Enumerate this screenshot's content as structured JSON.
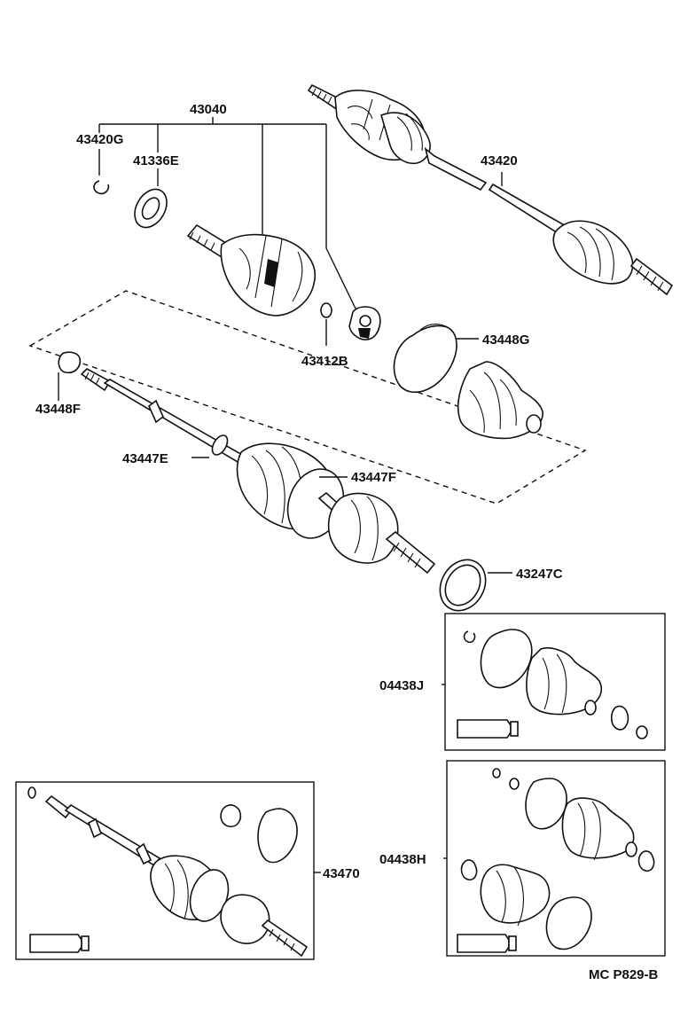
{
  "diagram": {
    "part_labels": {
      "p43040": "43040",
      "p43420G": "43420G",
      "p41336E": "41336E",
      "p43420": "43420",
      "p43412B": "43412B",
      "p43448G": "43448G",
      "p43448F": "43448F",
      "p43447E": "43447E",
      "p43447F": "43447F",
      "p43247C": "43247C",
      "p04438J": "04438J",
      "p04438H": "04438H",
      "p43470": "43470"
    },
    "footer_code": "MC P829-B"
  }
}
